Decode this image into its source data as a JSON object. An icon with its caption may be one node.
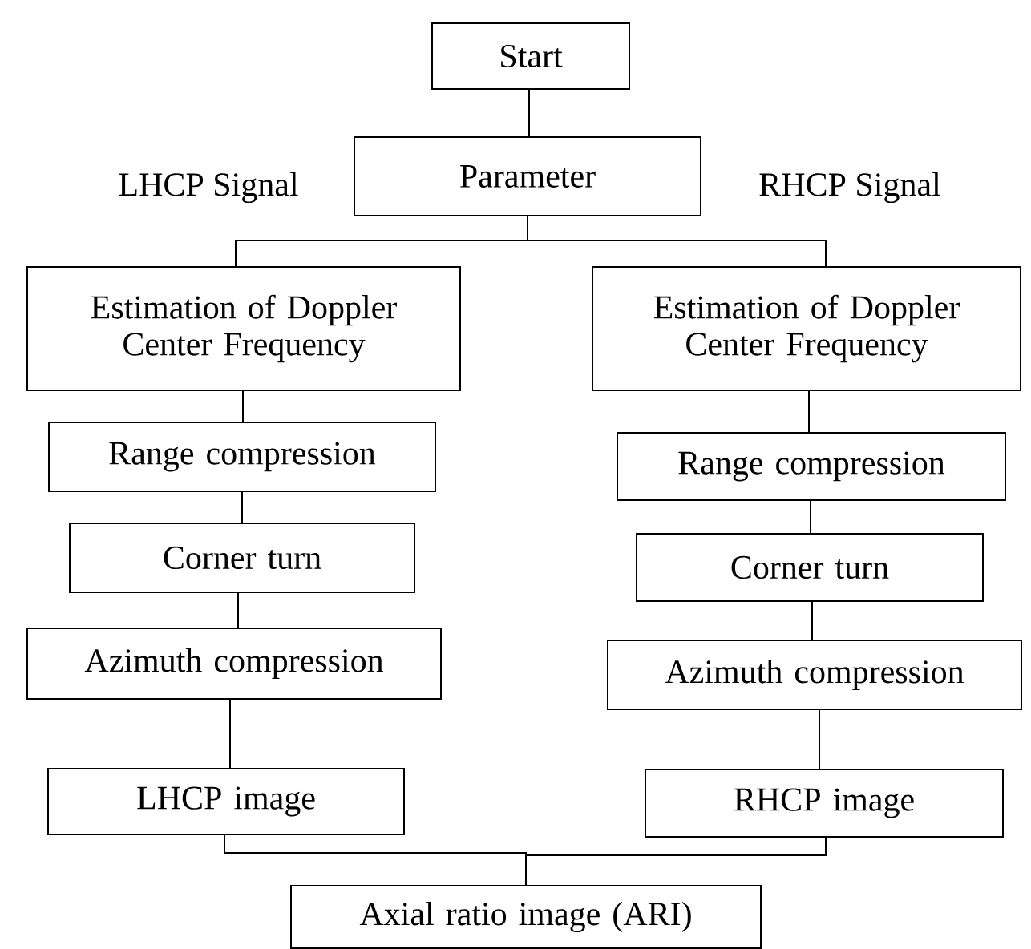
{
  "diagram": {
    "nodes": [
      {
        "text": [
          "Start"
        ]
      },
      {
        "text": [
          "Parameter"
        ]
      },
      {
        "text": [
          "Estimation of Doppler Center Frequency"
        ]
      },
      {
        "text": [
          "Range compression"
        ]
      },
      {
        "text": [
          "Corner turn"
        ]
      },
      {
        "text": [
          "Azimuth compression"
        ]
      },
      {
        "text": [
          "LHCP image"
        ]
      },
      {
        "text": [
          "Estimation of Doppler Center Frequency"
        ]
      },
      {
        "text": [
          "Range compression"
        ]
      },
      {
        "text": [
          "Corner turn"
        ]
      },
      {
        "text": [
          "Azimuth compression"
        ]
      },
      {
        "text": [
          "RHCP image"
        ]
      },
      {
        "text": [
          "Axial ratio image (ARI)"
        ]
      }
    ],
    "edges": [
      {
        "from": 0,
        "to": 1,
        "arrow": "none"
      },
      {
        "from": 1,
        "to": 2,
        "arrow": "none"
      },
      {
        "from": 1,
        "to": 7,
        "arrow": "none"
      },
      {
        "from": 2,
        "to": 3,
        "arrow": "none"
      },
      {
        "from": 3,
        "to": 4,
        "arrow": "none"
      },
      {
        "from": 4,
        "to": 5,
        "arrow": "none"
      },
      {
        "from": 5,
        "to": 6,
        "arrow": "none"
      },
      {
        "from": 7,
        "to": 8,
        "arrow": "none"
      },
      {
        "from": 8,
        "to": 9,
        "arrow": "none"
      },
      {
        "from": 9,
        "to": 10,
        "arrow": "none"
      },
      {
        "from": 10,
        "to": 11,
        "arrow": "none"
      },
      {
        "from": 6,
        "to": 12,
        "arrow": "none"
      },
      {
        "from": 11,
        "to": 12,
        "arrow": "none"
      }
    ],
    "labels": [
      "LHCP Signal",
      "RHCP Signal"
    ]
  }
}
